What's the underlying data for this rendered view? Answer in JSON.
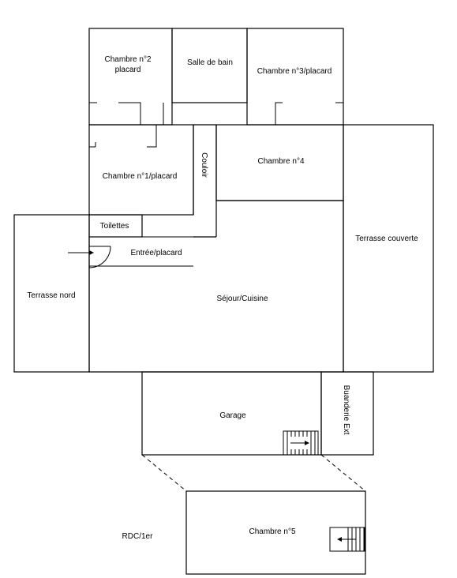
{
  "rooms": {
    "chambre2_line1": "Chambre n°2",
    "chambre2_line2": "placard",
    "salle_de_bain": "Salle de bain",
    "chambre3": "Chambre n°3/placard",
    "chambre1": "Chambre n°1/placard",
    "couloir": "Couloir",
    "chambre4": "Chambre n°4",
    "toilettes": "Toilettes",
    "entree": "Entrée/placard",
    "terrasse_nord": "Terrasse nord",
    "sejour": "Séjour/Cuisine",
    "terrasse_couverte": "Terrasse couverte",
    "garage": "Garage",
    "buanderie": "Buanderie Ext",
    "chambre5": "Chambre n°5"
  },
  "legend": {
    "level": "RDC/1er"
  }
}
